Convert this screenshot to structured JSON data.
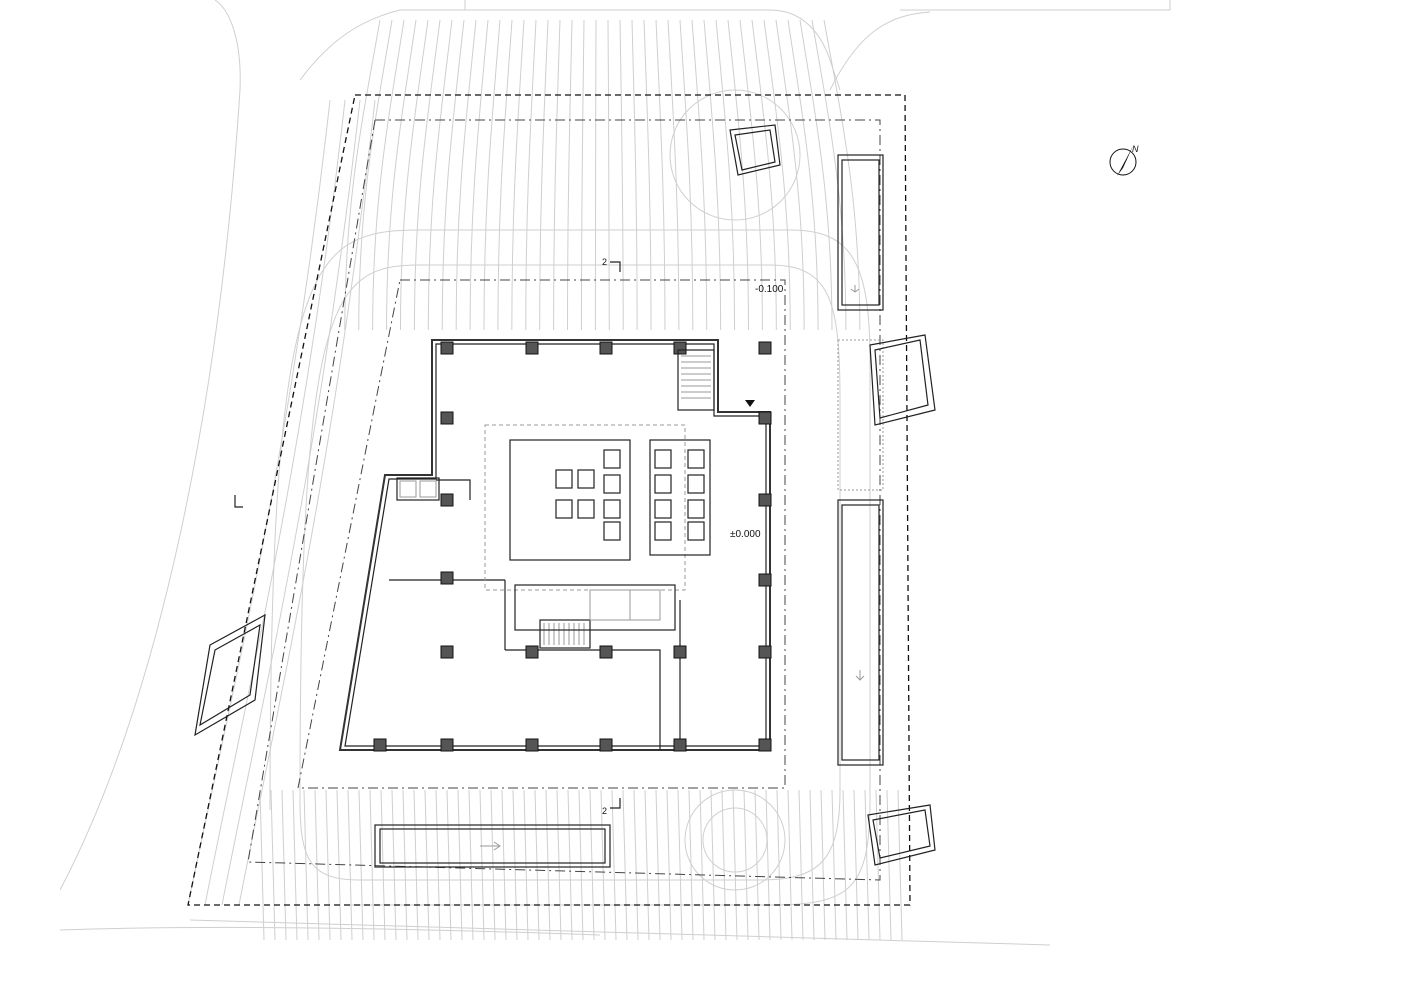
{
  "plan": {
    "north_label": "N",
    "level_site": "-0.100",
    "level_floor": "±0.000",
    "section_top": "2",
    "section_bottom": "2"
  },
  "colors": {
    "background": "#ffffff",
    "line_dark": "#222222",
    "line_light": "#cfcfcf",
    "line_mid": "#9a9a9a"
  }
}
